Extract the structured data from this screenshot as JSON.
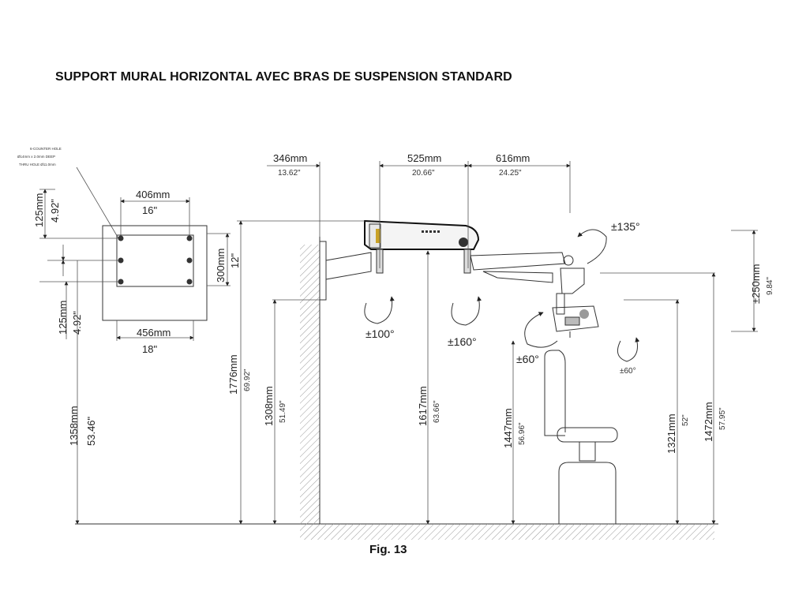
{
  "title": "SUPPORT MURAL HORIZONTAL AVEC BRAS DE SUSPENSION STANDARD",
  "caption": "Fig. 13",
  "plate": {
    "note_lines": [
      "6-COUNTER HOLE",
      "Ø14mm x 2.0mm DEEP",
      "THRU HOLE Ø11.0mm"
    ],
    "top_width_mm": "406mm",
    "top_width_in": "16\"",
    "bottom_width_mm": "456mm",
    "bottom_width_in": "18\"",
    "height_mm": "300mm",
    "height_in": "12\"",
    "top_offset_mm": "125mm",
    "top_offset_in": "4.92\"",
    "bottom_offset_mm": "125mm",
    "bottom_offset_in": "4.92\"",
    "floor_height_mm": "1358mm",
    "floor_height_in": "53.46\""
  },
  "side": {
    "wall_offset_mm": "346mm",
    "wall_offset_in": "13.62\"",
    "arm1_mm": "525mm",
    "arm1_in": "20.66\"",
    "arm2_mm": "616mm",
    "arm2_in": "24.25\"",
    "h1776_mm": "1776mm",
    "h1776_in": "69.92\"",
    "h1308_mm": "1308mm",
    "h1308_in": "51.49\"",
    "h1617_mm": "1617mm",
    "h1617_in": "63.66\"",
    "h1447_mm": "1447mm",
    "h1447_in": "56.96\"",
    "h1321_mm": "1321mm",
    "h1321_in": "52\"",
    "h1472_mm": "1472mm",
    "h1472_in": "57.95\"",
    "range_mm": "±250mm",
    "range_in": "9.84\""
  },
  "angles": {
    "a100": "±100°",
    "a160": "±160°",
    "a135": "±135°",
    "a60_left": "±60°",
    "a60_right": "±60°"
  },
  "colors": {
    "line": "#333333",
    "hatch": "#888888",
    "accent": "#c9a227"
  }
}
